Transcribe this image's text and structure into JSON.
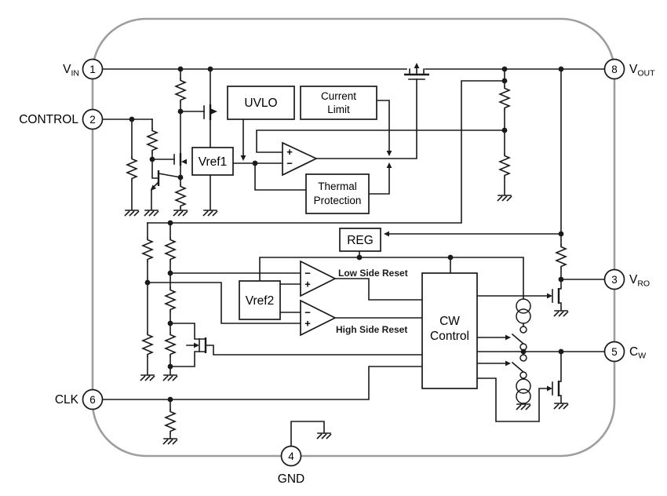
{
  "pins": {
    "p1": {
      "num": "1",
      "main": "V",
      "sub": "IN"
    },
    "p2": {
      "num": "2",
      "label": "CONTROL"
    },
    "p3": {
      "num": "3",
      "main": "V",
      "sub": "RO"
    },
    "p4": {
      "num": "4",
      "label": "GND"
    },
    "p5": {
      "num": "5",
      "main": "C",
      "sub": "W"
    },
    "p6": {
      "num": "6",
      "label": "CLK"
    },
    "p8": {
      "num": "8",
      "main": "V",
      "sub": "OUT"
    }
  },
  "blocks": {
    "uvlo": "UVLO",
    "current_limit": [
      "Current",
      "Limit"
    ],
    "vref1": "Vref1",
    "thermal": [
      "Thermal",
      "Protection"
    ],
    "reg": "REG",
    "vref2": "Vref2",
    "cw_control": [
      "CW",
      "Control"
    ]
  },
  "signals": {
    "low_side_reset": "Low Side Reset",
    "high_side_reset": "High Side Reset"
  },
  "signs": {
    "plus": "+",
    "minus": "−"
  },
  "colors": {
    "wire": "#1a1a1a",
    "chip_outline": "#9e9e9e",
    "background": "#ffffff"
  }
}
